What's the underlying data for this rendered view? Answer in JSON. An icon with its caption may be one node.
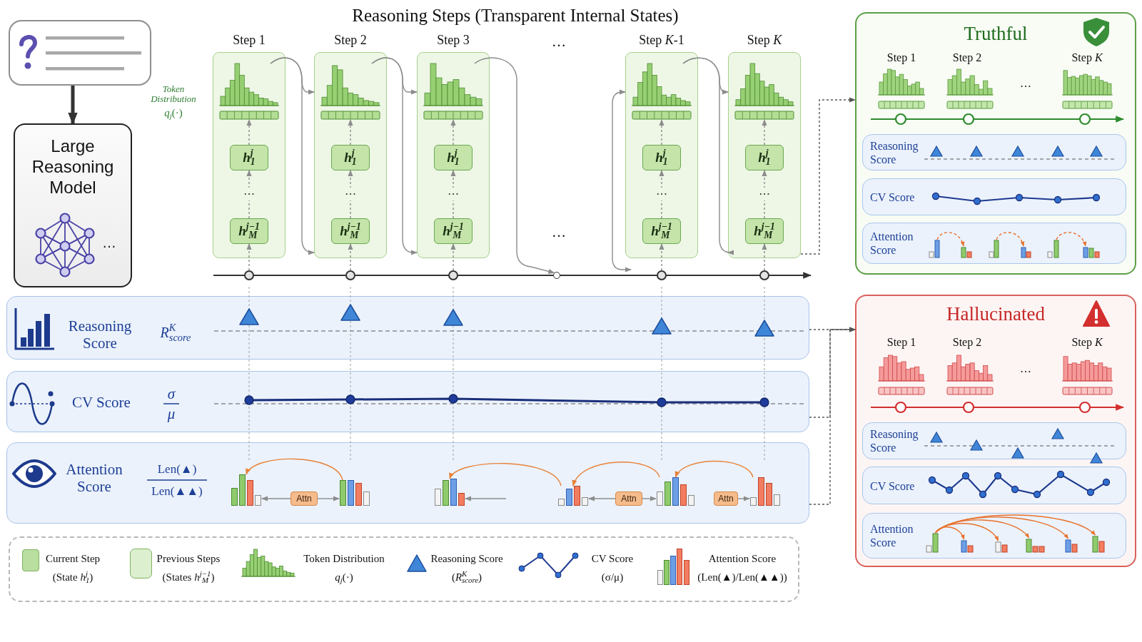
{
  "diagram": {
    "title": "Reasoning Steps (Transparent Internal States)",
    "nodes": [
      {
        "text": [],
        "shape": "box"
      },
      {
        "text": [
          "Large Reasoning Model",
          "…"
        ]
      },
      {
        "text": [
          "Step 1",
          "⋯"
        ]
      },
      {
        "text": [],
        "shape": "picture",
        "in": 2
      },
      {
        "text": [
          "h$^{j}$$_{1}$"
        ],
        "in": 2
      },
      {
        "text": [
          "h$^{j−1}$$_{M}$"
        ],
        "in": 2
      },
      {
        "text": [
          "Step 2",
          "⋯"
        ]
      },
      {
        "text": [],
        "shape": "picture",
        "in": 6
      },
      {
        "text": [
          "h$^{j}$$_{1}$"
        ],
        "in": 6
      },
      {
        "text": [
          "h$^{j−1}$$_{M}$"
        ],
        "in": 6
      },
      {
        "text": [
          "Step 3",
          "⋯"
        ]
      },
      {
        "text": [],
        "shape": "picture",
        "in": 10
      },
      {
        "text": [
          "h$^{j}$$_{1}$"
        ],
        "in": 10
      },
      {
        "text": [
          "h$^{j−1}$$_{M}$"
        ],
        "in": 10
      },
      {
        "text": [
          "Step *K*-1",
          "⋯"
        ]
      },
      {
        "text": [],
        "shape": "picture",
        "in": 14
      },
      {
        "text": [
          "h$^{j}$$_{1}$"
        ],
        "in": 14
      },
      {
        "text": [
          "h$^{j−1}$$_{M}$"
        ],
        "in": 14
      },
      {
        "text": [
          "Step *K*",
          "⋯"
        ]
      },
      {
        "text": [],
        "shape": "picture",
        "in": 18
      },
      {
        "text": [
          "h$^{j}$$_{1}$"
        ],
        "in": 18
      },
      {
        "text": [
          "h$^{j−1}$$_{M}$"
        ],
        "in": 18
      },
      {
        "text": [],
        "shape": "circle"
      },
      {
        "text": [],
        "shape": "circle"
      },
      {
        "text": [],
        "shape": "circle"
      },
      {
        "text": [],
        "shape": "circle"
      },
      {
        "text": [],
        "shape": "circle"
      },
      {
        "text": [],
        "shape": "circle"
      },
      {
        "text": [
          "Reasoning Score",
          "R$^{K}$$_{score}$"
        ]
      },
      {
        "text": [
          "CV Score",
          "σ",
          "μ"
        ]
      },
      {
        "text": [
          "Attention Score",
          "Len(▲)",
          "Len(▲▲)"
        ]
      },
      {
        "text": [],
        "shape": "bar",
        "in": 30
      },
      {
        "text": [
          "Attn"
        ],
        "in": 30
      },
      {
        "text": [],
        "shape": "bar",
        "in": 30
      },
      {
        "text": [],
        "shape": "bar",
        "in": 30
      },
      {
        "text": [],
        "shape": "bar",
        "in": 30
      },
      {
        "text": [
          "Attn"
        ],
        "in": 30
      },
      {
        "text": [],
        "shape": "bar",
        "in": 30
      },
      {
        "text": [
          "Attn"
        ],
        "in": 30
      },
      {
        "text": [],
        "shape": "bar",
        "in": 30
      },
      {
        "text": [
          "Truthful",
          "Step 1",
          "Step 2",
          "…",
          "Step *K*"
        ]
      },
      {
        "text": [
          "Reasoning Score"
        ],
        "in": 40
      },
      {
        "text": [
          "CV Score"
        ],
        "in": 40
      },
      {
        "text": [
          "Attention Score"
        ],
        "in": 40
      },
      {
        "text": [
          "Hallucinated",
          "Step 1",
          "Step 2",
          "…",
          "Step *K*"
        ]
      },
      {
        "text": [
          "Reasoning Score"
        ],
        "in": 44
      },
      {
        "text": [
          "CV Score"
        ],
        "in": 44
      },
      {
        "text": [
          "Attention Score"
        ],
        "in": 44
      }
    ],
    "edges": [
      {
        "from": 0,
        "to": 1,
        "arrow": "to",
        "style": "thick",
        "color": "#333333"
      },
      {
        "from": 3,
        "to": 6,
        "arrow": "to"
      },
      {
        "from": 3,
        "to": 6,
        "arrow": "to"
      },
      {
        "from": 7,
        "to": 10,
        "arrow": "to"
      },
      {
        "from": 7,
        "to": 10,
        "arrow": "to"
      },
      {
        "from": 11,
        "to": 25,
        "arrow": "to"
      },
      {
        "from": null,
        "to": 14,
        "arrow": "both"
      },
      {
        "from": 15,
        "to": 18,
        "arrow": "to"
      },
      {
        "from": 15,
        "to": 18,
        "arrow": "to"
      },
      {
        "from": 22,
        "to": 5,
        "arrow": "to",
        "style": "dashed"
      },
      {
        "from": 5,
        "to": 4,
        "arrow": "to",
        "style": "dashed"
      },
      {
        "from": 4,
        "to": 3,
        "arrow": "to",
        "style": "dashed"
      },
      {
        "from": 23,
        "to": 9,
        "arrow": "to",
        "style": "dashed"
      },
      {
        "from": 9,
        "to": 8,
        "arrow": "to",
        "style": "dashed"
      },
      {
        "from": 8,
        "to": 7,
        "arrow": "to",
        "style": "dashed"
      },
      {
        "from": 24,
        "to": 13,
        "arrow": "to",
        "style": "dashed"
      },
      {
        "from": 13,
        "to": 12,
        "arrow": "to",
        "style": "dashed"
      },
      {
        "from": 12,
        "to": 11,
        "arrow": "to",
        "style": "dashed"
      },
      {
        "from": 26,
        "to": 17,
        "arrow": "to",
        "style": "dashed"
      },
      {
        "from": 17,
        "to": 16,
        "arrow": "to",
        "style": "dashed"
      },
      {
        "from": 16,
        "to": 15,
        "arrow": "to",
        "style": "dashed"
      },
      {
        "from": 27,
        "to": 21,
        "arrow": "to",
        "style": "dashed"
      },
      {
        "from": 21,
        "to": 20,
        "arrow": "to",
        "style": "dashed"
      },
      {
        "from": 20,
        "to": 19,
        "arrow": "to",
        "style": "dashed"
      },
      {
        "from": 18,
        "to": 40,
        "arrow": "to",
        "style": "dashed",
        "color": "#555555"
      },
      {
        "from": 28,
        "to": 44,
        "arrow": "to",
        "style": "dashed",
        "color": "#555555"
      },
      {
        "from": 29,
        "to": 44,
        "arrow": "to",
        "style": "dashed",
        "color": "#555555"
      },
      {
        "from": 30,
        "to": 44,
        "arrow": "to",
        "style": "dashed",
        "color": "#555555"
      },
      {
        "from": 33,
        "to": 31,
        "arrow": "to",
        "color": "#e8833a"
      },
      {
        "from": 35,
        "to": 34,
        "arrow": "to",
        "color": "#e8833a"
      },
      {
        "from": 37,
        "to": 35,
        "arrow": "to",
        "color": "#e8833a"
      },
      {
        "from": 39,
        "to": 37,
        "arrow": "to",
        "color": "#e8833a"
      },
      {
        "from": 32,
        "to": 31,
        "arrow": "to"
      },
      {
        "from": 32,
        "to": 33,
        "arrow": "to"
      },
      {
        "from": null,
        "to": 34,
        "arrow": "to"
      },
      {
        "from": 36,
        "to": 35,
        "arrow": "to"
      },
      {
        "from": 36,
        "to": 37,
        "arrow": "to"
      },
      {
        "from": 38,
        "to": 39,
        "arrow": "to"
      }
    ],
    "labels": [
      "Token Distribution",
      "*q*$_{j}$(·)",
      "…",
      "…"
    ],
    "legend": [
      {
        "text": "Current Step (State *h*$^{j}$$_{1}$)",
        "color": "#b9dea0"
      },
      {
        "text": "Previous Steps (States *h*$^{j−1}$$_{M}$)",
        "color": "#dcefcf"
      },
      {
        "text": "Token Distribution *q*$_{j}$(·)"
      },
      {
        "text": "Reasoning Score (*R*$^{K}$$_{score}$)"
      },
      {
        "text": "CV Score (σ/μ)"
      },
      {
        "text": "Attention Score (Len(▲)/Len(▲▲))"
      }
    ]
  }
}
